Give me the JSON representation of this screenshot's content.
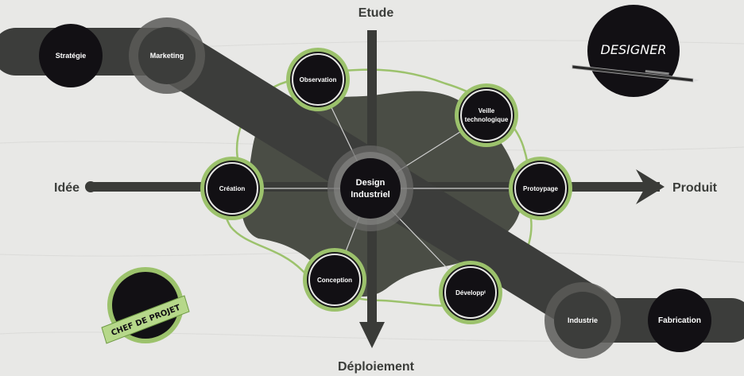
{
  "axis_labels": {
    "top": "Etude",
    "bottom": "Déploiement",
    "left": "Idée",
    "right": "Produit"
  },
  "center": {
    "line1": "Design",
    "line2": "Industriel"
  },
  "nodes": {
    "observation": "Observation",
    "veille_line1": "Veille",
    "veille_line2": "technologique",
    "prototypage": "Protoypage",
    "developpement": "Développᵗ",
    "conception": "Conception",
    "creation": "Création"
  },
  "band_nodes": {
    "strategie": "Stratégie",
    "marketing": "Marketing",
    "industrie": "Industrie",
    "fabrication": "Fabrication"
  },
  "badges": {
    "designer": "DESIGNER",
    "chef_de_projet": "CHEF DE PROJET"
  },
  "colors": {
    "background": "#e8e8e6",
    "dark": "#3a3b38",
    "node_fill": "#121014",
    "accent_green": "#9cc26c",
    "blob": "#4a4d45",
    "band": "#3c3d3b"
  }
}
